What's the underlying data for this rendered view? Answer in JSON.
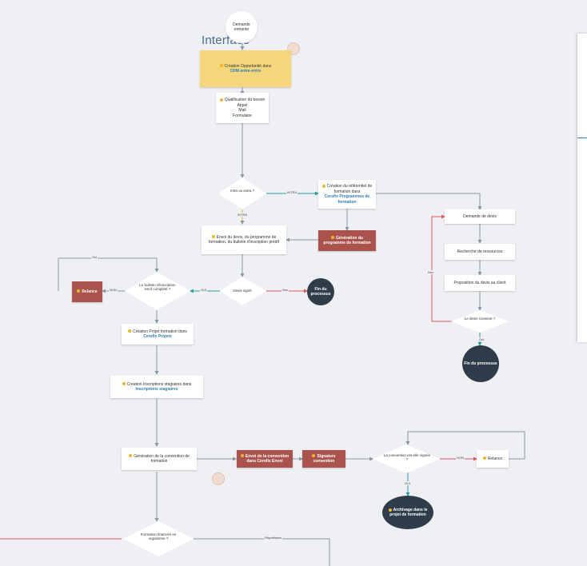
{
  "title": "Interface",
  "nodes": {
    "start": "Demande entrante",
    "creation_opportunite": {
      "prefix": "Création Opportunité dans",
      "highlight": "CRM entre-entre"
    },
    "qualification": {
      "title": "Qualification du besoin",
      "items": [
        "Appel",
        "Mail",
        "Formulaire"
      ]
    },
    "intra_extra": "Intra ou extra ?",
    "creation_referentiel": {
      "prefix": "Création du référentiel de formation dans",
      "highlight": "Cerofix Programmes de formation"
    },
    "envoi_devis": "Envoi du devis, du programme de formation, du bulletin d'inscription prédif",
    "generation_programme": "Génération du programme de formation",
    "devis_signe": "Devis signé",
    "fin1": "Fin du processus",
    "bulletin_q": "Le bulletin d'inscription est-il complété ?",
    "relance1": "Relance",
    "creation_projet": {
      "prefix": "Création Projet formation dans",
      "highlight": "Cerofix Projets"
    },
    "creation_inscriptions": {
      "prefix": "Création Inscriptions stagiaires dans",
      "highlight": "Inscriptions stagiaires"
    },
    "generation_convention": "Génération de la convention de formation",
    "envoi_convention": "Envoi de la convention dans Cerofix Envoi",
    "signature_convention": "Signature convention",
    "convention_q": "La convention est-elle signée ?",
    "relance2": "Relance",
    "archivage": "Archivage dans le projet de formation",
    "formation_q": "Formation financée en organisme ?",
    "repartissez": "Répartissez",
    "demande_devis": "Demande de devis",
    "recherche_ressources": "Recherche de ressources",
    "proposition_devis": "Proposition du devis au client",
    "devis_convient_q": "Le devis convient ?",
    "fin2": "Fin du processus"
  },
  "edge_labels": {
    "intra": "INTRA",
    "extra": "INTRA",
    "oui1": "OUI",
    "non1": "NON",
    "oui_devis": "Oui",
    "non_devis": "Non",
    "oui2": "OUI",
    "non2": "NON",
    "oui3": "OUI",
    "non_loop": "Non",
    "oui_loop": "Oui"
  },
  "colors": {
    "background": "#eef0f4",
    "yellow": "#f5d67a",
    "red": "#a9534c",
    "dark": "#2f3d4a",
    "teal": "#2aa198",
    "accent_red": "#e2555a",
    "link": "#2f7fb0"
  }
}
